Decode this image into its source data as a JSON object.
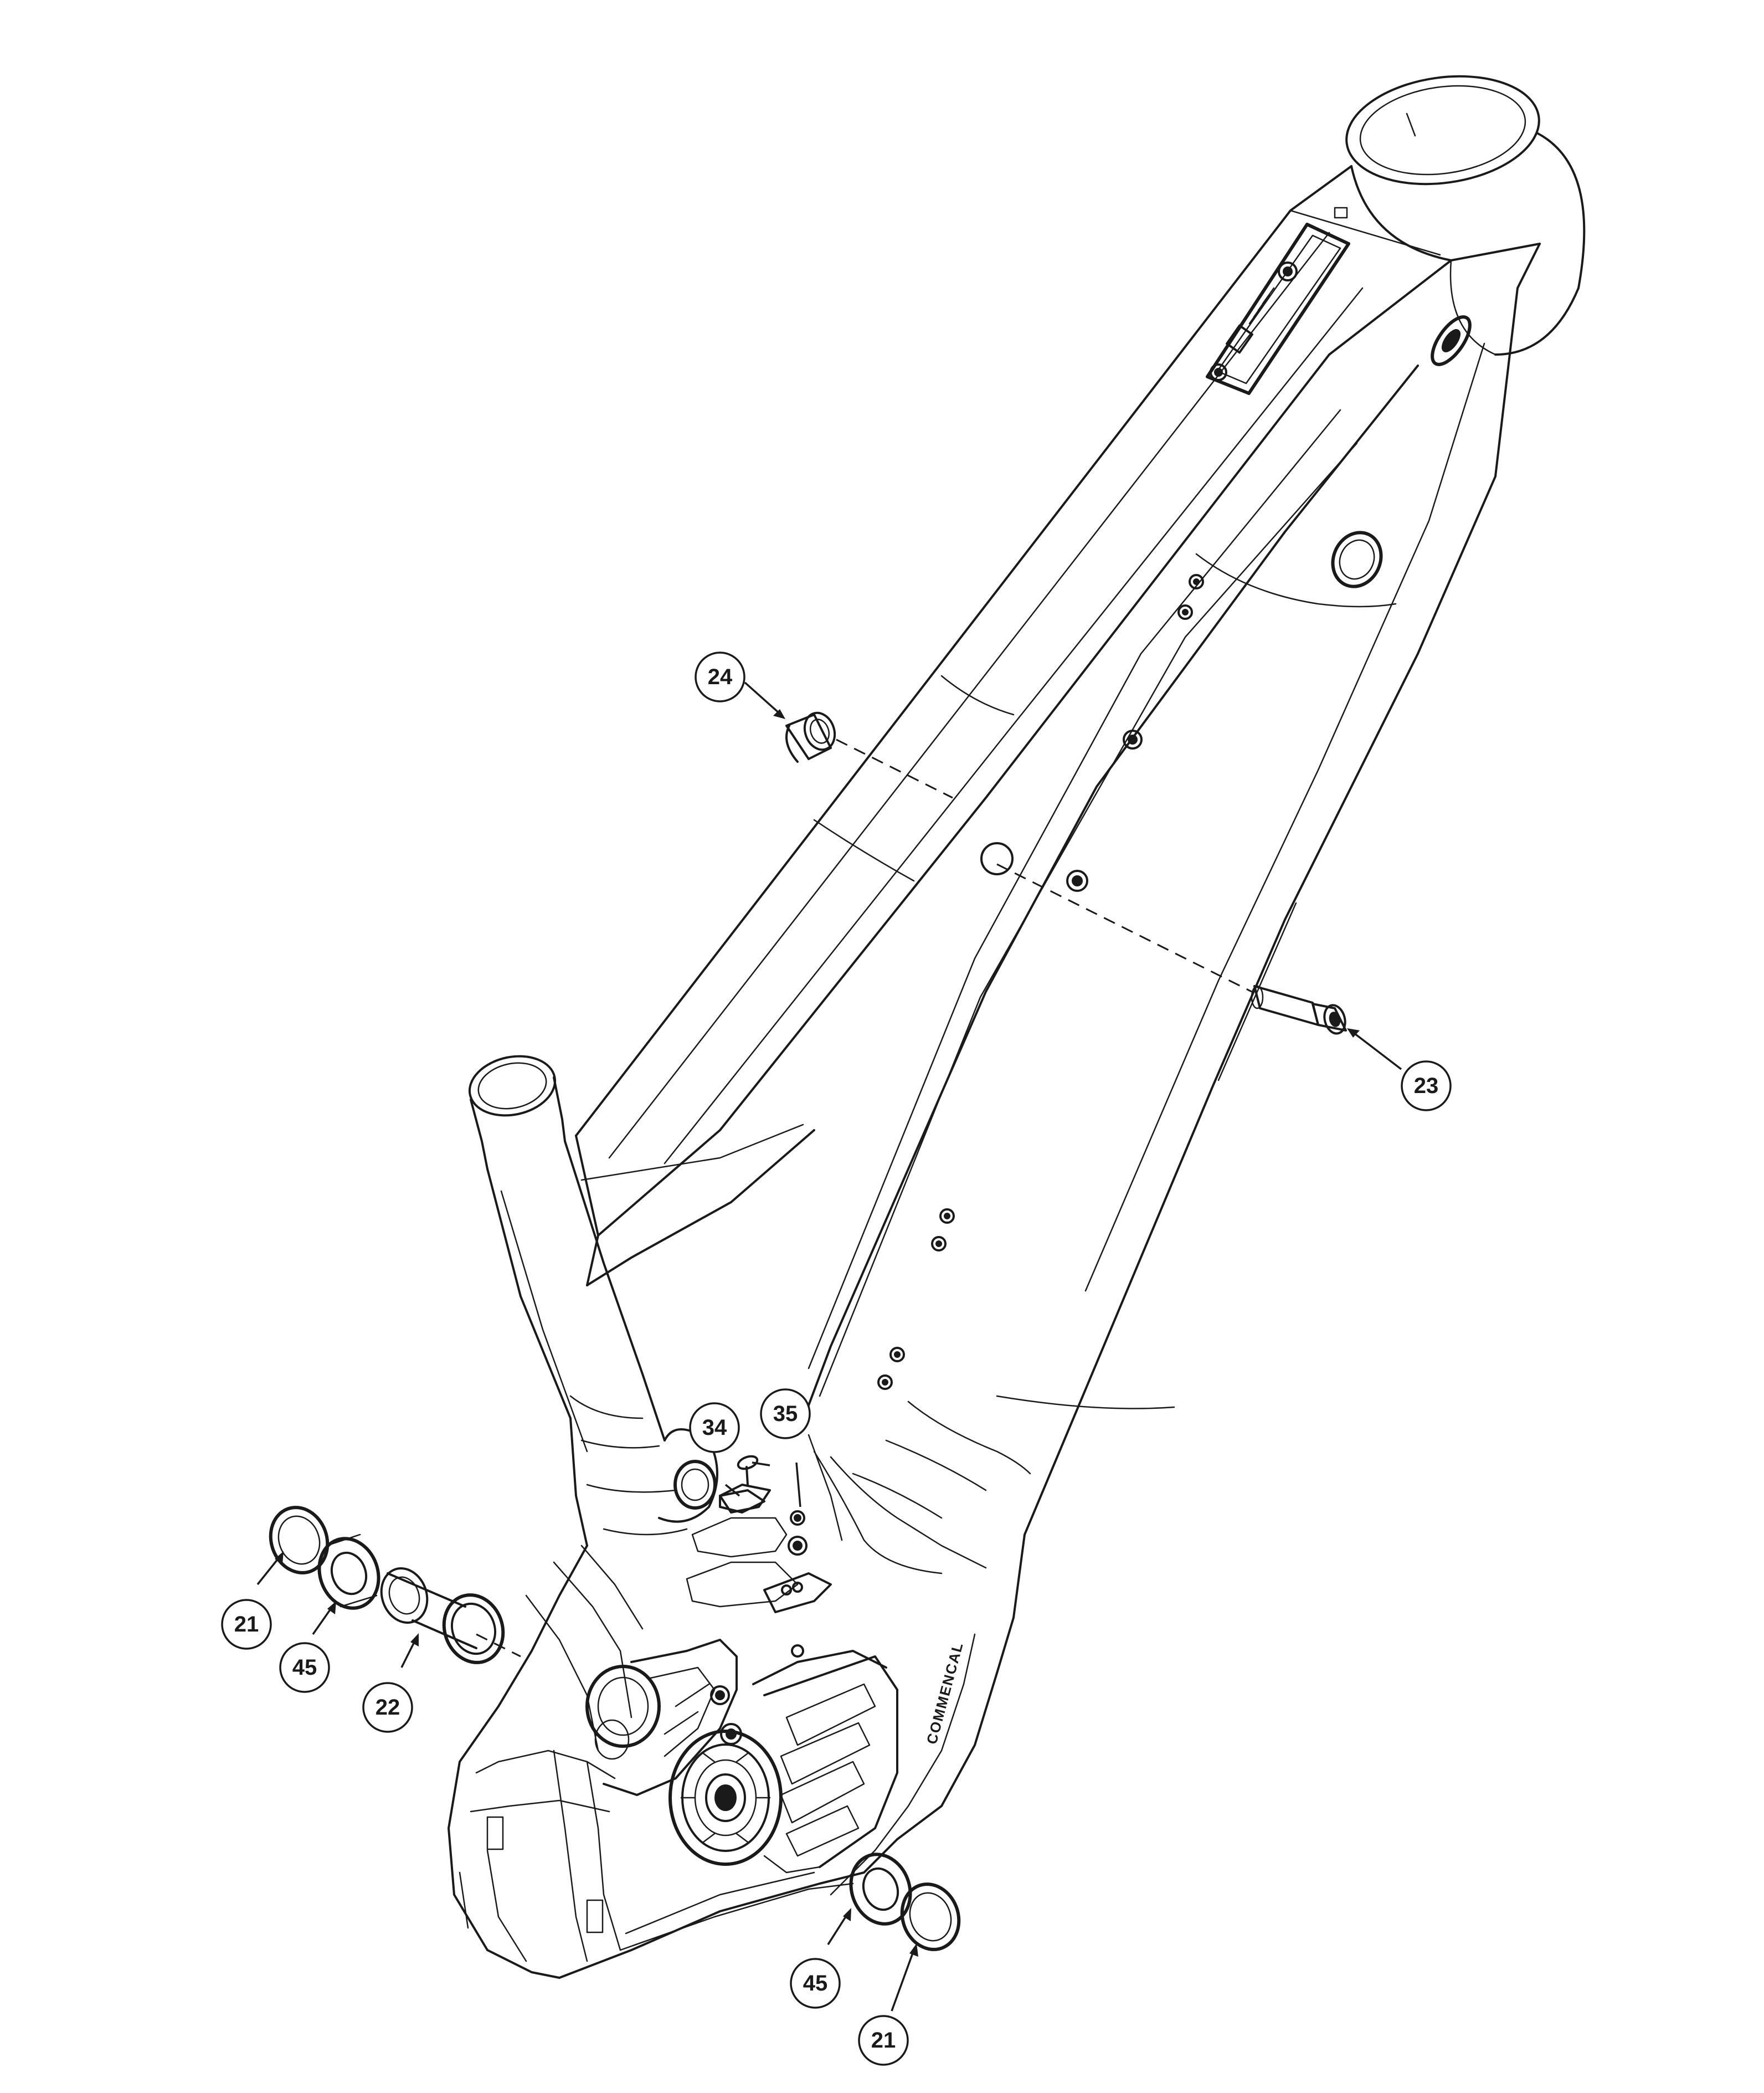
{
  "diagram": {
    "brand_mark": "COMMENCAL",
    "callouts": [
      {
        "id": "callout-24-top",
        "label": "24"
      },
      {
        "id": "callout-23",
        "label": "23"
      },
      {
        "id": "callout-34",
        "label": "34"
      },
      {
        "id": "callout-35",
        "label": "35"
      },
      {
        "id": "callout-21-left",
        "label": "21"
      },
      {
        "id": "callout-45-left",
        "label": "45"
      },
      {
        "id": "callout-22",
        "label": "22"
      },
      {
        "id": "callout-45-right",
        "label": "45"
      },
      {
        "id": "callout-21-right",
        "label": "21"
      }
    ]
  }
}
